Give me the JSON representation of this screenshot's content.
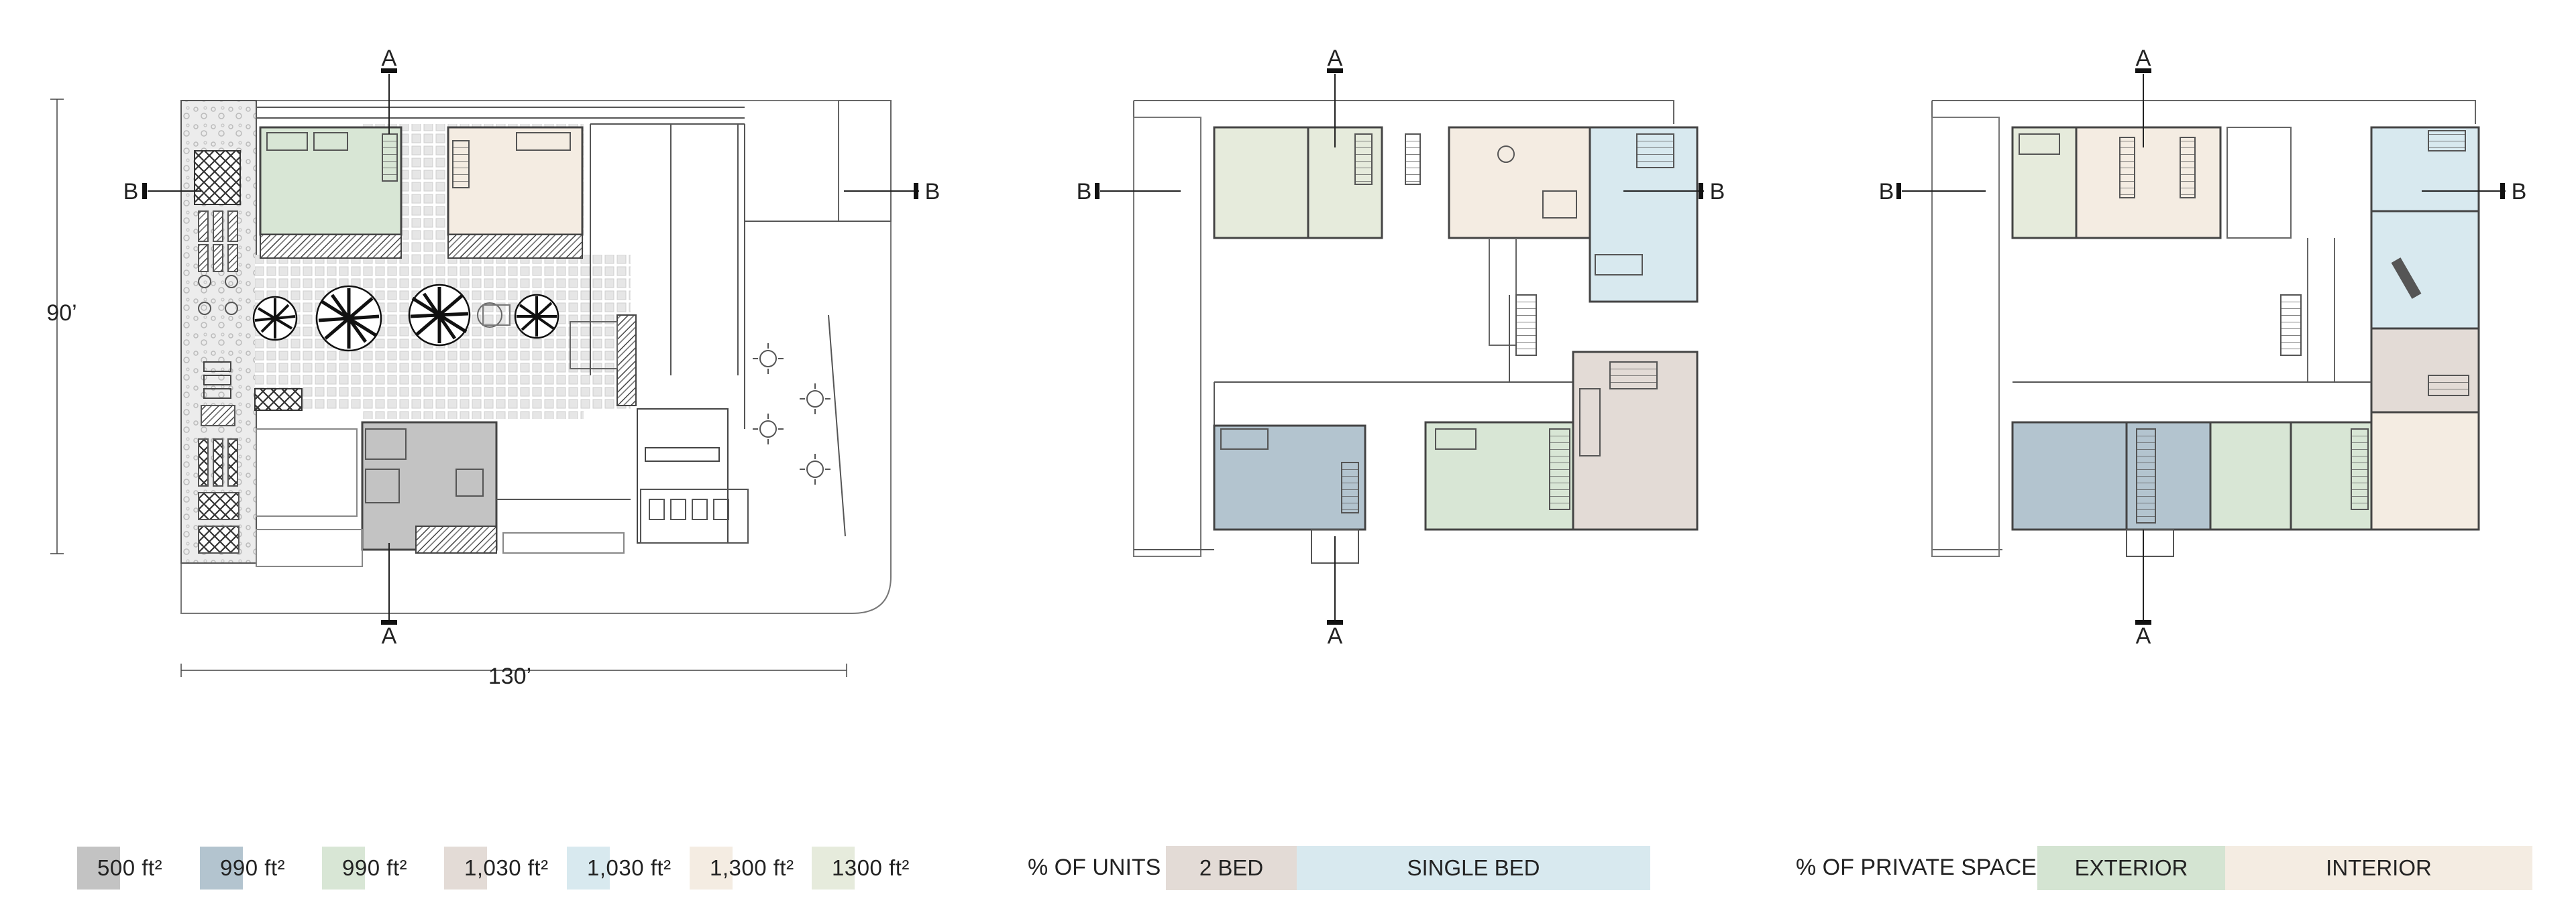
{
  "plans": [
    {
      "section_a_top": "A",
      "section_a_bottom": "A",
      "section_b_left": "B",
      "section_b_right": "B",
      "dim_vertical": "90’",
      "dim_horizontal": "130’"
    },
    {
      "section_a_top": "A",
      "section_a_bottom": "A",
      "section_b_left": "B",
      "section_b_right": "B"
    },
    {
      "section_a_top": "A",
      "section_a_bottom": "A",
      "section_b_left": "B",
      "section_b_right": "B"
    }
  ],
  "colors": {
    "c500": "#c3c3c3",
    "c990blue": "#b3c4cf",
    "c990green": "#d8e6d5",
    "c1030tan": "#e3dbd6",
    "c1030blue": "#d8e9ef",
    "c1300cream": "#f4ece2",
    "c1300sage": "#e6ebdc",
    "bar_2bed": "#e3dbd6",
    "bar_single": "#d8e9ef",
    "bar_exterior": "#d4e4d2",
    "bar_interior": "#f4ece2"
  },
  "legend": {
    "unit_sizes": [
      {
        "label": "500 ft²",
        "color": "#c3c3c3"
      },
      {
        "label": "990 ft²",
        "color": "#b3c4cf"
      },
      {
        "label": "990 ft²",
        "color": "#d8e6d5"
      },
      {
        "label": "1,030 ft²",
        "color": "#e3dbd6"
      },
      {
        "label": "1,030 ft²",
        "color": "#d8e9ef"
      },
      {
        "label": "1,300 ft²",
        "color": "#f4ece2"
      },
      {
        "label": "1300 ft²",
        "color": "#e6ebdc"
      }
    ],
    "units_bar": {
      "title": "% OF UNITS",
      "segments": [
        {
          "label": "2 BED",
          "share": 0.27,
          "color": "#e3dbd6"
        },
        {
          "label": "SINGLE BED",
          "share": 0.73,
          "color": "#d8e9ef"
        }
      ]
    },
    "private_bar": {
      "title": "% OF PRIVATE SPACE",
      "segments": [
        {
          "label": "EXTERIOR",
          "share": 0.38,
          "color": "#d4e4d2"
        },
        {
          "label": "INTERIOR",
          "share": 0.62,
          "color": "#f4ece2"
        }
      ]
    }
  }
}
